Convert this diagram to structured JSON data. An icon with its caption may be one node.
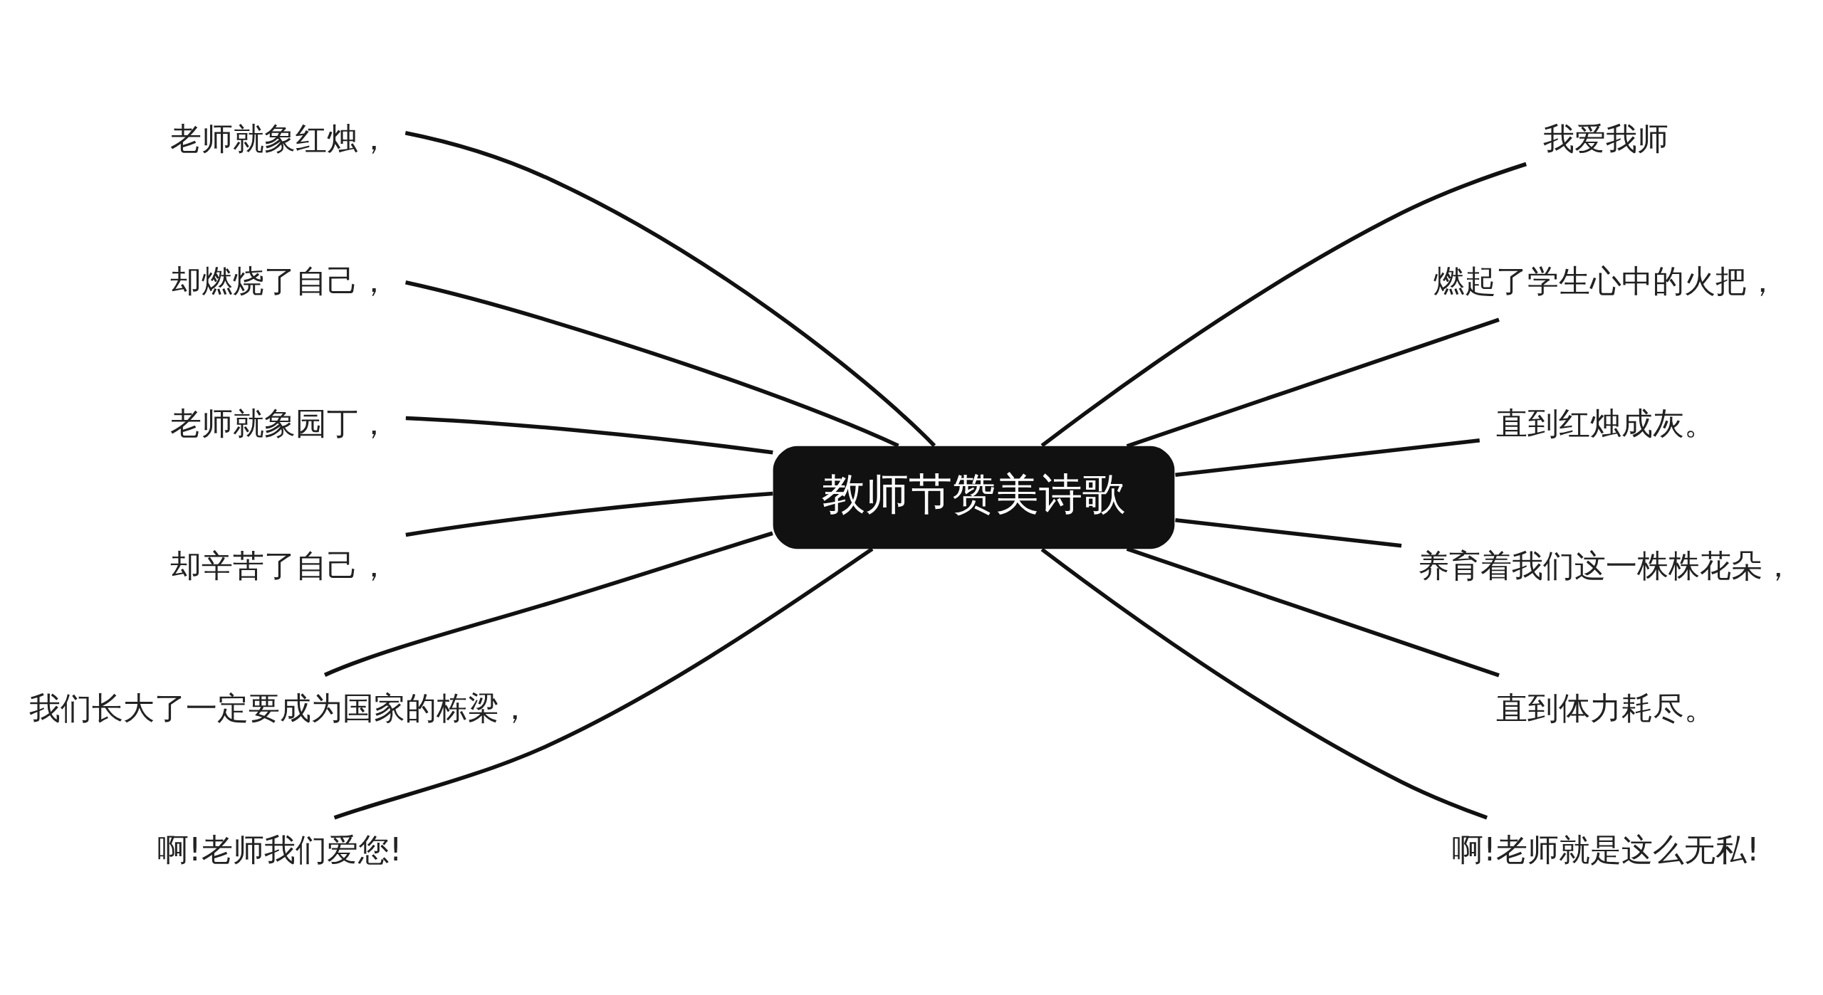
{
  "diagram": {
    "nodes": [
      {
        "text": [
          "教师节赞美诗歌"
        ]
      },
      {
        "text": [
          "老师就象红烛，"
        ]
      },
      {
        "text": [
          "却燃烧了自己，"
        ]
      },
      {
        "text": [
          "老师就象园丁，"
        ]
      },
      {
        "text": [
          "却辛苦了自己，"
        ]
      },
      {
        "text": [
          "我们长大了一定要成为国家的栋梁，"
        ]
      },
      {
        "text": [
          "啊!老师我们爱您!"
        ]
      },
      {
        "text": [
          "我爱我师"
        ]
      },
      {
        "text": [
          "燃起了学生心中的火把，"
        ]
      },
      {
        "text": [
          "直到红烛成灰。"
        ]
      },
      {
        "text": [
          "养育着我们这一株株花朵，"
        ]
      },
      {
        "text": [
          "直到体力耗尽。"
        ]
      },
      {
        "text": [
          "啊!老师就是这么无私!"
        ]
      }
    ],
    "edges": [
      {
        "from": 0,
        "to": 1,
        "arrow": "none"
      },
      {
        "from": 0,
        "to": 2,
        "arrow": "none"
      },
      {
        "from": 0,
        "to": 3,
        "arrow": "none"
      },
      {
        "from": 0,
        "to": 4,
        "arrow": "none"
      },
      {
        "from": 0,
        "to": 5,
        "arrow": "none"
      },
      {
        "from": 0,
        "to": 6,
        "arrow": "none"
      },
      {
        "from": 0,
        "to": 7,
        "arrow": "none"
      },
      {
        "from": 0,
        "to": 8,
        "arrow": "none"
      },
      {
        "from": 0,
        "to": 9,
        "arrow": "none"
      },
      {
        "from": 0,
        "to": 10,
        "arrow": "none"
      },
      {
        "from": 0,
        "to": 11,
        "arrow": "none"
      },
      {
        "from": 0,
        "to": 12,
        "arrow": "none"
      }
    ]
  }
}
